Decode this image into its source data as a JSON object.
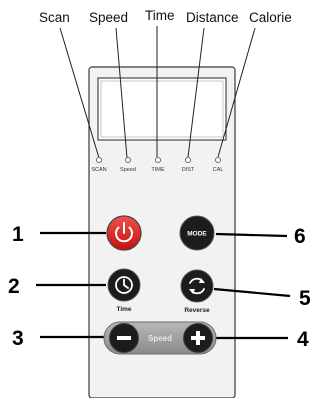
{
  "labels": {
    "scan": "Scan",
    "speed": "Speed",
    "time": "Time",
    "distance": "Distance",
    "calorie": "Calorie"
  },
  "indicators": {
    "scan": "SCAN",
    "speed": "Speed",
    "time": "TIME",
    "distance": "DIST",
    "calorie": "CAL"
  },
  "buttons": {
    "power": {
      "number": "1"
    },
    "time": {
      "number": "2",
      "caption": "Time"
    },
    "minus": {
      "number": "3"
    },
    "plus": {
      "number": "4"
    },
    "reverse": {
      "number": "5",
      "caption": "Reverse"
    },
    "mode": {
      "number": "6",
      "text": "MODE"
    },
    "speed_bar_text": "Speed"
  },
  "colors": {
    "power_button": "#e0211f",
    "dark_button": "#1c1c1c",
    "panel_fill": "#f2f2f2",
    "speed_bar": "#9a9a9a"
  }
}
